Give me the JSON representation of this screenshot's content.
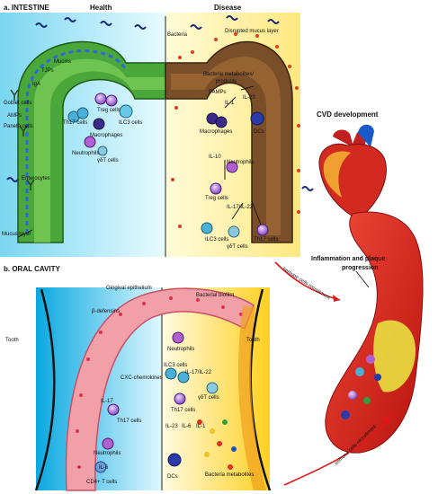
{
  "panels": {
    "intestine": {
      "title": "a. INTESTINE",
      "health": "Health",
      "disease": "Disease",
      "labels": {
        "mucins": "Mucins",
        "tjps": "TJPs",
        "iga": "IgA",
        "goblet": "Goblet cells",
        "amps": "AMPs",
        "paneth": "Paneth cells",
        "enterocytes": "Enterocytes",
        "mucus_layer": "Mucus layer",
        "treg": "Treg cells",
        "th17": "Th17 cells",
        "ilc3": "ILC3 cells",
        "macrophages": "Macrophages",
        "neutrophils": "Neutrophils",
        "gdt": "γδT cells",
        "bacteria": "Bacteria",
        "disrupted": "Disrupted mucus layer",
        "metabolites": "Bacteria metabolites/",
        "products": "products",
        "pamps": "PAMPs",
        "il1": "IL-1",
        "il23": "IL-23",
        "dcs": "DCs",
        "d_macrophages": "Macrophages",
        "il10": "IL-10",
        "d_neutrophils": "Neutrophils",
        "d_treg": "Treg cells",
        "il17": "IL-17/IL-22",
        "d_ilc3": "ILC3 cells",
        "d_gdt": "γδT cells",
        "d_th17": "Th17 cells"
      }
    },
    "oral": {
      "title": "b. ORAL CAVITY",
      "labels": {
        "gingival": "Gingival epithelium",
        "biofilm": "Bacterial biofilm",
        "defensins": "β-defensins",
        "tooth_left": "Tooth",
        "tooth_right": "Tooth",
        "cxc": "CXC-chemokines",
        "il17": "IL-17",
        "th17": "Th17 cells",
        "neutrophils": "Neutrophils",
        "il6": "IL-6",
        "cd4": "CD4+ T cells",
        "d_neutrophils": "Neutrophils",
        "ilc3": "ILC3 cells",
        "il17_22": "IL-17/IL-22",
        "gdt": "γδT cells",
        "d_th17": "Th17 cells",
        "il23": "IL-23",
        "il6b": "IL-6",
        "il1": "IL-1",
        "dcs": "DCs",
        "metabolites": "Bacteria metabolites"
      }
    },
    "cvd": {
      "title": "CVD development",
      "inflammation": "Inflammation and plaque",
      "progression": "progression",
      "recruit_top": "Immune cells recruitment",
      "recruit_bottom": "Immune cells recruitment"
    }
  },
  "colors": {
    "health_bg": "#bfeefa",
    "disease_bg": "#fff6a8",
    "epithelium": "#3a9a2e",
    "crypt_disease": "#6b4423",
    "gingiva": "#f2a0a8",
    "artery": "#d8231f",
    "plaque": "#e8e040",
    "arrow": "#e01818"
  }
}
